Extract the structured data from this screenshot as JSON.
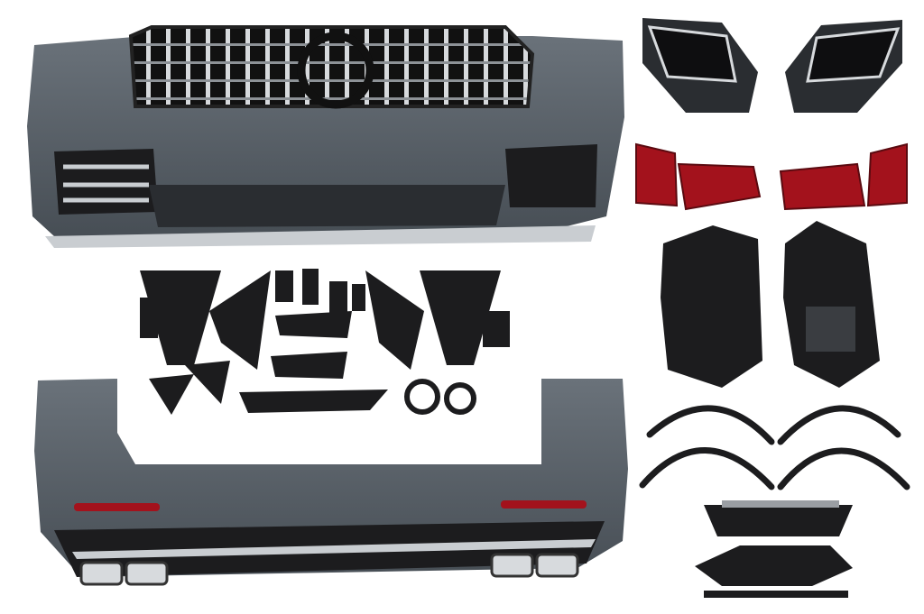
{
  "colors": {
    "background": "#ffffff",
    "bumper_gray": "#5d656d",
    "bumper_dark": "#3f454b",
    "plastic_black": "#1c1c1e",
    "chrome": "#c9cdd1",
    "taillight_red": "#a3121c"
  },
  "parts": [
    "front-bumper",
    "gt-grille",
    "mounting-brackets",
    "rear-bumper",
    "exhaust-tips",
    "headlights",
    "taillights",
    "wheel-arch-liners",
    "fender-flares",
    "lower-diffuser-parts"
  ]
}
